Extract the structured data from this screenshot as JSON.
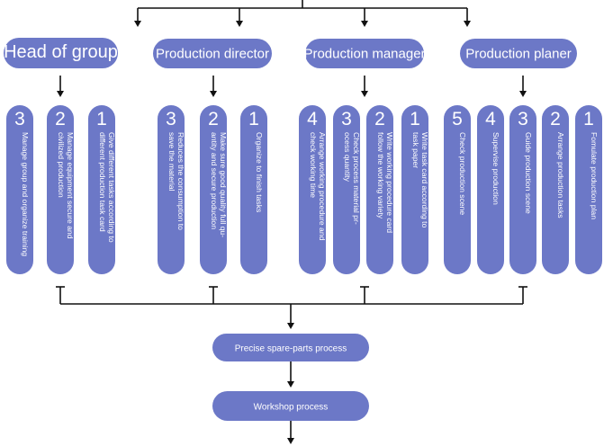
{
  "roles": [
    {
      "label": "Head of group"
    },
    {
      "label": "Production director"
    },
    {
      "label": "Production manager"
    },
    {
      "label": "Production planer"
    }
  ],
  "groups": [
    {
      "tasks": [
        {
          "num": "3",
          "lines": [
            "Manage group and organize training"
          ]
        },
        {
          "num": "2",
          "lines": [
            "Manage equipment secure and",
            "civilized production"
          ]
        },
        {
          "num": "1",
          "lines": [
            "Give different tasks according to",
            "different production task card"
          ]
        }
      ]
    },
    {
      "tasks": [
        {
          "num": "3",
          "lines": [
            "Reduces the consumption to",
            "save the material"
          ]
        },
        {
          "num": "2",
          "lines": [
            "Make sure good quality full qu-",
            "antity and secure production"
          ]
        },
        {
          "num": "1",
          "lines": [
            "Organize to finish tasks"
          ]
        }
      ]
    },
    {
      "tasks": [
        {
          "num": "4",
          "lines": [
            "Arrange working procedure and",
            "check working time"
          ]
        },
        {
          "num": "3",
          "lines": [
            "Check process material pr-",
            "ocess quantity"
          ]
        },
        {
          "num": "2",
          "lines": [
            "Write working procedure card",
            "follow the working variety"
          ]
        },
        {
          "num": "1",
          "lines": [
            "Write task card according to",
            "task paper"
          ]
        }
      ]
    },
    {
      "tasks": [
        {
          "num": "5",
          "lines": [
            "Check production scene"
          ]
        },
        {
          "num": "4",
          "lines": [
            "Supervise production"
          ]
        },
        {
          "num": "3",
          "lines": [
            "Guide production scene"
          ]
        },
        {
          "num": "2",
          "lines": [
            "Arrange production tasks"
          ]
        },
        {
          "num": "1",
          "lines": [
            "Fomulate production plan"
          ]
        }
      ]
    }
  ],
  "process": [
    {
      "label": "Precise spare-parts process"
    },
    {
      "label": "Workshop process"
    }
  ],
  "colors": {
    "box": "#6c78c7",
    "line": "#111111"
  }
}
